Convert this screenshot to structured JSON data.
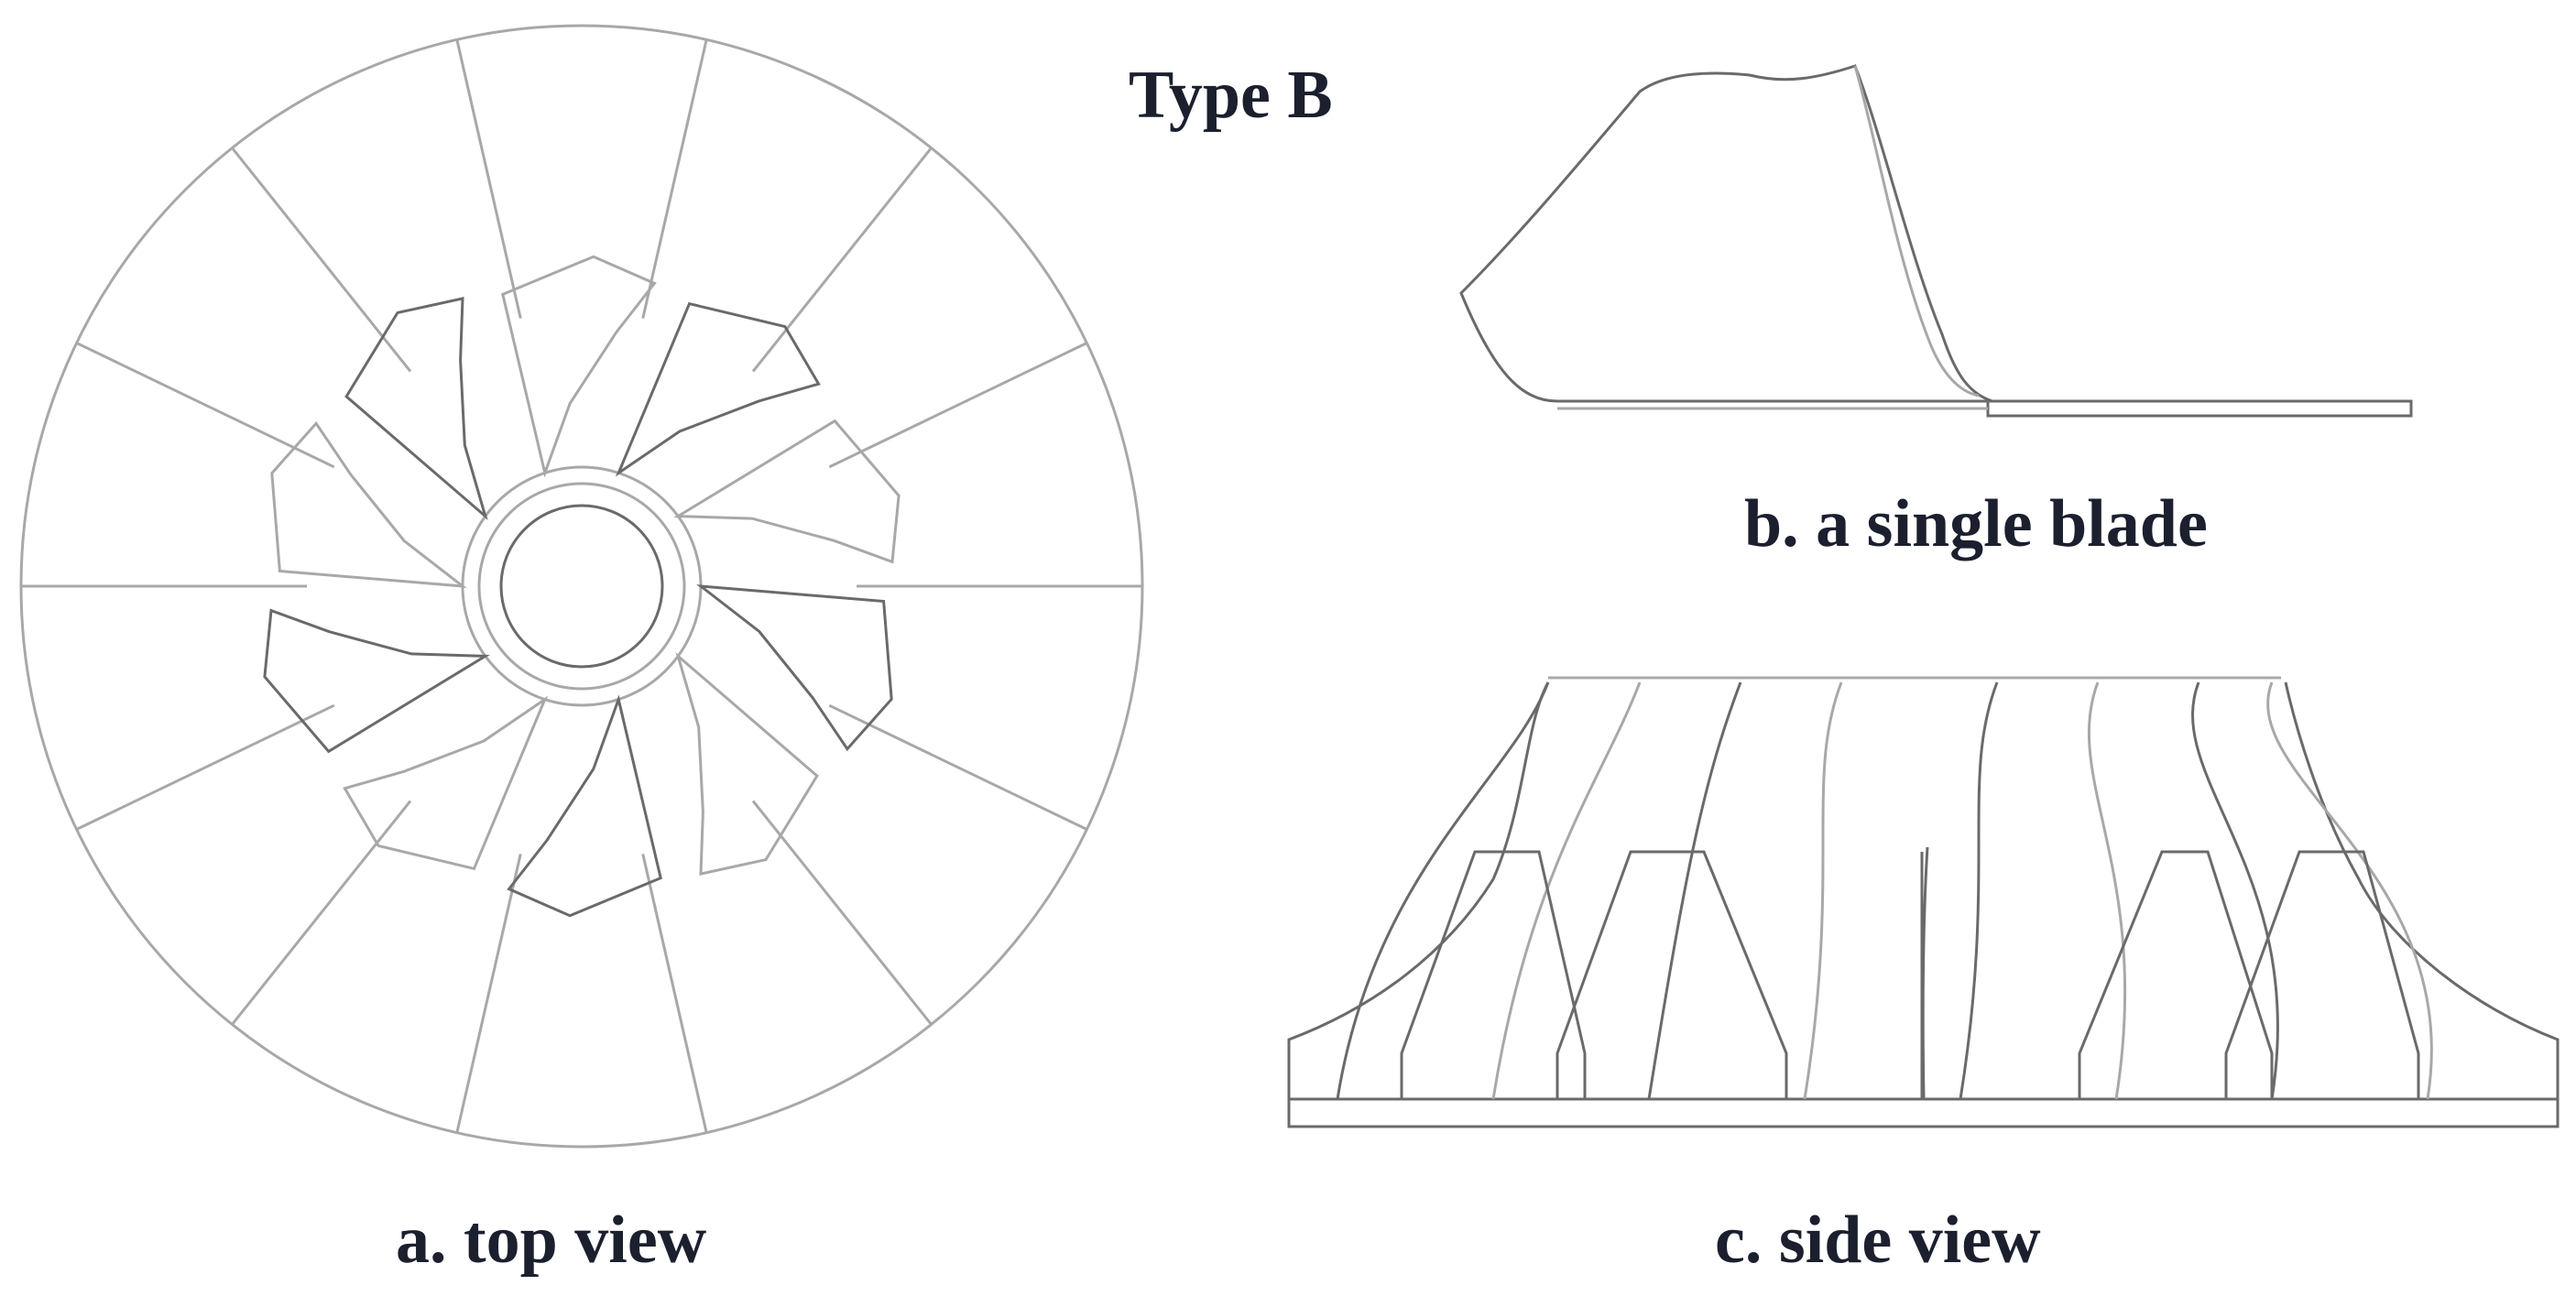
{
  "figure": {
    "title": "Type B",
    "panels": [
      {
        "caption": "a. top view"
      },
      {
        "caption": "b. a single blade"
      },
      {
        "caption": "c. side view"
      }
    ]
  },
  "colors": {
    "line": "#a8a8a8",
    "line_dark": "#6a6a6a",
    "text": "#1b1f2e"
  }
}
